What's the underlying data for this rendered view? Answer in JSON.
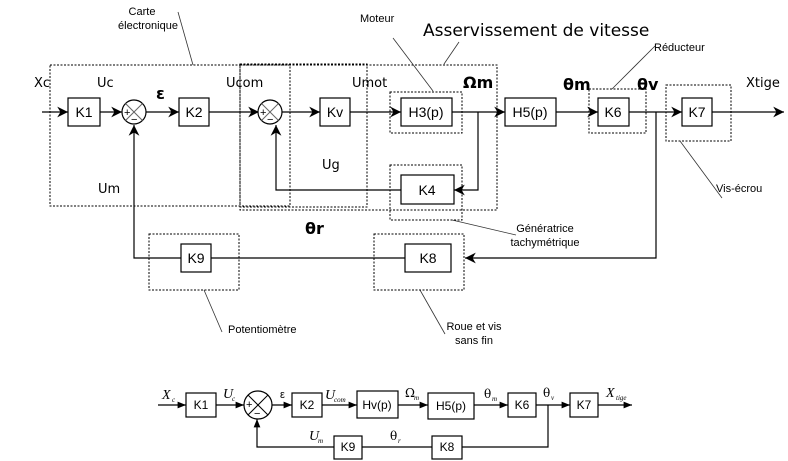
{
  "title": "Asservissement de vitesse",
  "top_diagram": {
    "blocks": {
      "k1": "K1",
      "k2": "K2",
      "kv": "Kv",
      "h3": "H3(p)",
      "k4": "K4",
      "h5": "H5(p)",
      "k6": "K6",
      "k7": "K7",
      "k8": "K8",
      "k9": "K9"
    },
    "signals": {
      "xc": "Xc",
      "uc": "Uc",
      "eps": "ε",
      "ucom": "Ucom",
      "umot": "Umot",
      "omega_m": "Ωm",
      "theta_m": "θm",
      "theta_v": "θv",
      "xtige": "Xtige",
      "um": "Um",
      "ug": "Ug",
      "theta_r": "θr"
    },
    "annotations": {
      "carte": [
        "Carte",
        "électronique"
      ],
      "moteur": "Moteur",
      "reducteur": "Réducteur",
      "vis_ecrou": "Vis-écrou",
      "generatrice": [
        "Génératrice",
        "tachymétrique"
      ],
      "potentiometre": "Potentiomètre",
      "roue": [
        "Roue et vis",
        "sans fin"
      ]
    },
    "sum_signs": {
      "plus": "+",
      "minus": "−"
    }
  },
  "bottom_diagram": {
    "blocks": {
      "k1": "K1",
      "k2": "K2",
      "hv": "Hv(p)",
      "h5": "H5(p)",
      "k6": "K6",
      "k7": "K7",
      "k8": "K8",
      "k9": "K9"
    },
    "signals": {
      "x": "X",
      "x_sub": "c",
      "u": "U",
      "u_sub": "c",
      "eps": "ε",
      "ucom": "U",
      "ucom_sub": "com",
      "omega": "Ω",
      "omega_sub": "m",
      "theta_m": "θ",
      "theta_m_sub": "m",
      "theta_v": "θ",
      "theta_v_sub": "v",
      "xtige": "X",
      "xtige_sub": "tige",
      "um": "U",
      "um_sub": "m",
      "theta_r": "θ",
      "theta_r_sub": "r"
    },
    "sum_signs": {
      "plus": "+",
      "minus": "−"
    }
  }
}
